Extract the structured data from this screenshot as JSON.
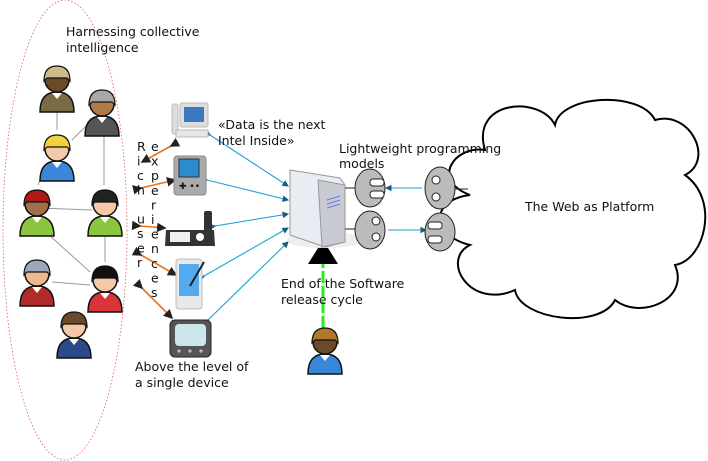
{
  "labels": {
    "collective_1": "Harnessing collective",
    "collective_2": "intelligence",
    "data_1": "«Data is the next",
    "data_2": "Intel Inside»",
    "lightweight_1": "Lightweight programming",
    "lightweight_2": "models",
    "web_platform": "The Web as Platform",
    "release_1": "End of the Software",
    "release_2": "release cycle",
    "device_1": "Above the level of",
    "device_2": "a single device",
    "rich_user": "Rich user",
    "experiences": "experiences"
  },
  "people": [
    {
      "hair": "#cdbb8a",
      "body": "#7a6a45",
      "skin": "#6b4a2a"
    },
    {
      "hair": "#a8a8a8",
      "body": "#555555",
      "skin": "#b07a4a"
    },
    {
      "hair": "#f2d33c",
      "body": "#3a86d8",
      "skin": "#f5c9a8"
    },
    {
      "hair": "#b01818",
      "body": "#8cc63f",
      "skin": "#a0704a"
    },
    {
      "hair": "#222222",
      "body": "#8cc63f",
      "skin": "#f5c9a8"
    },
    {
      "hair": "#9aa8b8",
      "body": "#b02a2a",
      "skin": "#f0b890"
    },
    {
      "hair": "#111111",
      "body": "#d8343a",
      "skin": "#f5c9a8"
    },
    {
      "hair": "#6a4a2a",
      "body": "#2a4a8a",
      "skin": "#f5c9a8"
    }
  ],
  "headset_person": {
    "hair": "#b07a2a",
    "body": "#3a86d8",
    "skin": "#6b4a2a"
  },
  "colors": {
    "device_arrow": "#1aa3d8",
    "rich_arrow": "#f07018",
    "release_arrow": "#22ee22",
    "ellipse": "#e05a6a"
  },
  "devices": [
    "desktop-computer-icon",
    "handheld-game-icon",
    "phone-icon",
    "pda-icon",
    "tv-icon"
  ]
}
